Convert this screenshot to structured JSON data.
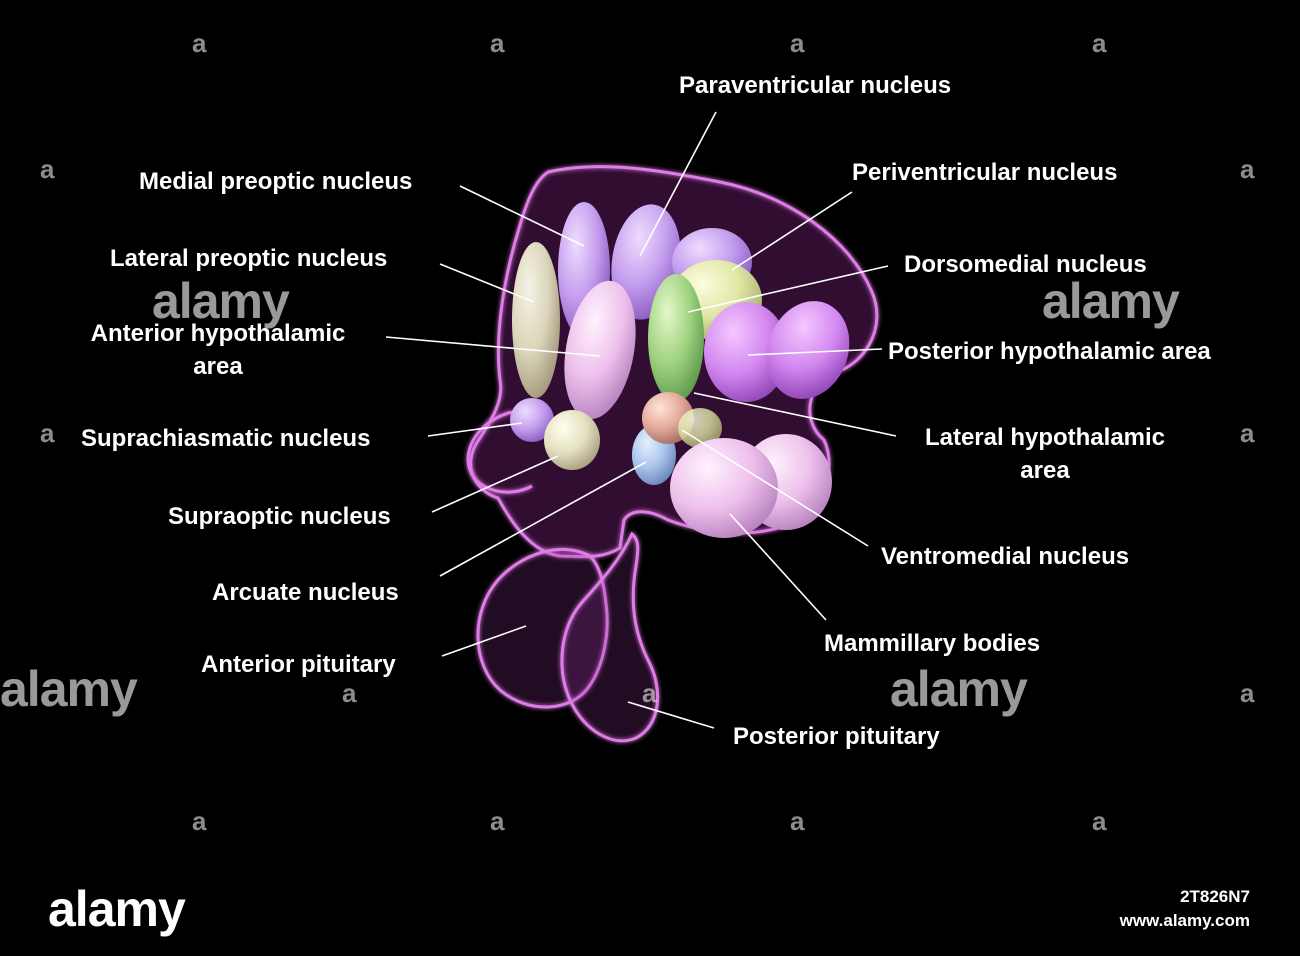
{
  "labels": {
    "paraventricular": "Paraventricular nucleus",
    "periventricular": "Periventricular nucleus",
    "medial_preoptic": "Medial preoptic nucleus",
    "dorsomedial": "Dorsomedial nucleus",
    "lateral_preoptic": "Lateral preoptic nucleus",
    "anterior_hypothalamic_1": "Anterior hypothalamic",
    "anterior_hypothalamic_2": "area",
    "posterior_hypothalamic": "Posterior hypothalamic area",
    "suprachiasmatic": "Suprachiasmatic nucleus",
    "lateral_hypothalamic_1": "Lateral hypothalamic",
    "lateral_hypothalamic_2": "area",
    "supraoptic": "Supraoptic nucleus",
    "ventromedial": "Ventromedial nucleus",
    "arcuate": "Arcuate nucleus",
    "mammillary": "Mammillary bodies",
    "anterior_pituitary": "Anterior pituitary",
    "posterior_pituitary": "Posterior pituitary"
  },
  "watermark": {
    "small_mark": "a",
    "brand": "alamy",
    "image_id": "2T826N7",
    "url": "www.alamy.com"
  },
  "colors": {
    "background": "#000000",
    "label_text": "#ffffff",
    "outline": "#e07be6",
    "lavender": "#c9a0f0",
    "pink": "#f2c4ee",
    "green": "#9fd58a",
    "yellow": "#dfe6a6",
    "blue": "#a9c6ee"
  }
}
